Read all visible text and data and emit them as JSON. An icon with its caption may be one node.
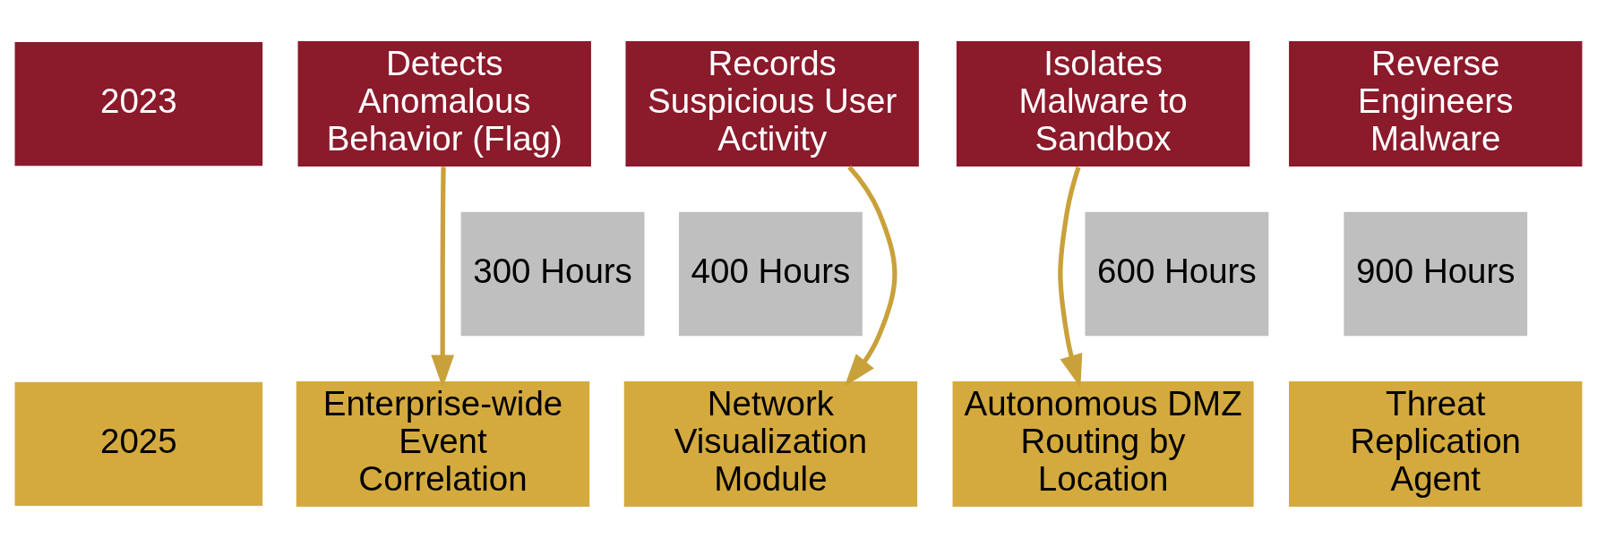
{
  "diagram": {
    "nodes": [
      {
        "text": [
          "2023"
        ]
      },
      {
        "text": [
          "Detects Anomalous Behavior (Flag)"
        ]
      },
      {
        "text": [
          "Records Suspicious User Activity"
        ]
      },
      {
        "text": [
          "Isolates Malware to Sandbox"
        ]
      },
      {
        "text": [
          "Reverse Engineers Malware"
        ]
      },
      {
        "text": [
          "300 Hours"
        ]
      },
      {
        "text": [
          "400 Hours"
        ]
      },
      {
        "text": [
          "600 Hours"
        ]
      },
      {
        "text": [
          "900 Hours"
        ]
      },
      {
        "text": [
          "2025"
        ]
      },
      {
        "text": [
          "Enterprise-wide Event Correlation"
        ]
      },
      {
        "text": [
          "Network Visualization Module"
        ]
      },
      {
        "text": [
          "Autonomous DMZ Routing by Location"
        ]
      },
      {
        "text": [
          "Threat Replication Agent"
        ]
      }
    ],
    "edges": [
      {
        "from": 1,
        "to": 10,
        "arrow": "to"
      },
      {
        "from": 2,
        "to": 11,
        "arrow": "to"
      },
      {
        "from": 3,
        "to": 12,
        "arrow": "to"
      }
    ]
  }
}
